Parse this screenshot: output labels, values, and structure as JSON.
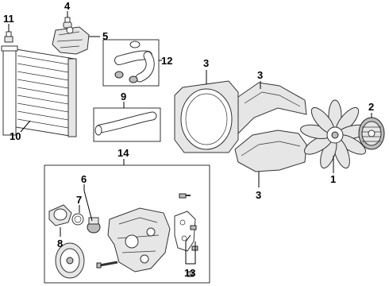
{
  "callouts": {
    "c1": "1",
    "c2": "2",
    "c3a": "3",
    "c3b": "3",
    "c3c": "3",
    "c4": "4",
    "c5": "5",
    "c6": "6",
    "c7": "7",
    "c8": "8",
    "c9": "9",
    "c10": "10",
    "c11": "11",
    "c12": "12",
    "c13": "13",
    "c14": "14"
  },
  "parts": [
    "radiator",
    "fan-clutch",
    "fan-shroud",
    "radiator-cap",
    "surge-tank",
    "thermostat-housing",
    "thermostat-seal",
    "thermostat",
    "hose",
    "drain-plug",
    "hose-assembly",
    "bolts-gasket",
    "water-pump-assembly"
  ]
}
